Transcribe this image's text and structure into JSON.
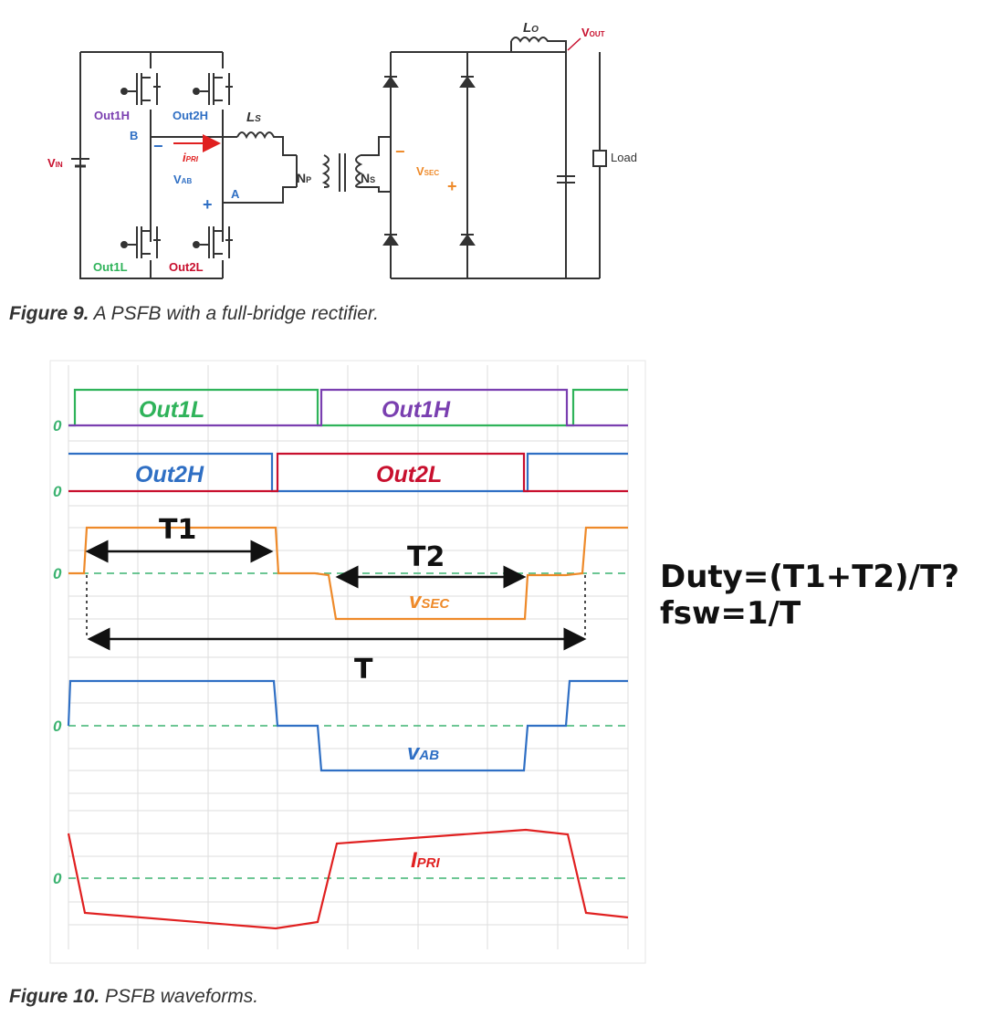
{
  "circuit": {
    "labels": {
      "vin": "V",
      "vin_sub": "IN",
      "vout": "V",
      "vout_sub": "OUT",
      "lo": "L",
      "lo_sub": "O",
      "ls": "L",
      "ls_sub": "S",
      "out1h": "Out1H",
      "out2h": "Out2H",
      "out1l": "Out1L",
      "out2l": "Out2L",
      "node_b": "B",
      "node_a": "A",
      "minus_ab": "−",
      "plus_ab": "+",
      "ipri": "i",
      "ipri_sub": "PRI",
      "vab": "V",
      "vab_sub": "AB",
      "np": "N",
      "np_sub": "P",
      "ns": "N",
      "ns_sub": "S",
      "vsec": "V",
      "vsec_sub": "SEC",
      "minus_sec": "−",
      "plus_sec": "+",
      "load": "Load"
    }
  },
  "fig9": {
    "label": "Figure 9.",
    "text": " A PSFB with a full-bridge rectifier."
  },
  "fig10": {
    "label": "Figure 10.",
    "text": " PSFB waveforms."
  },
  "waveforms": {
    "zero": "0",
    "out1l": "Out1L",
    "out1h": "Out1H",
    "out2h": "Out2H",
    "out2l": "Out2L",
    "vsec": "v",
    "vsec_sub": "SEC",
    "vab": "v",
    "vab_sub": "AB",
    "ipri": "I",
    "ipri_sub": "PRI",
    "t1": "T1",
    "t2": "T2",
    "t": "T"
  },
  "notes": {
    "duty": "Duty=(T1+T2)/T?",
    "fsw": "fsw=1/T"
  },
  "colors": {
    "green": "#2fb35a",
    "purple": "#7a3fb0",
    "blue": "#2f6fc4",
    "red": "#c8102e",
    "orange": "#ee8a2a",
    "grid": "#d9d9d9",
    "zero_line": "#3cb371"
  }
}
